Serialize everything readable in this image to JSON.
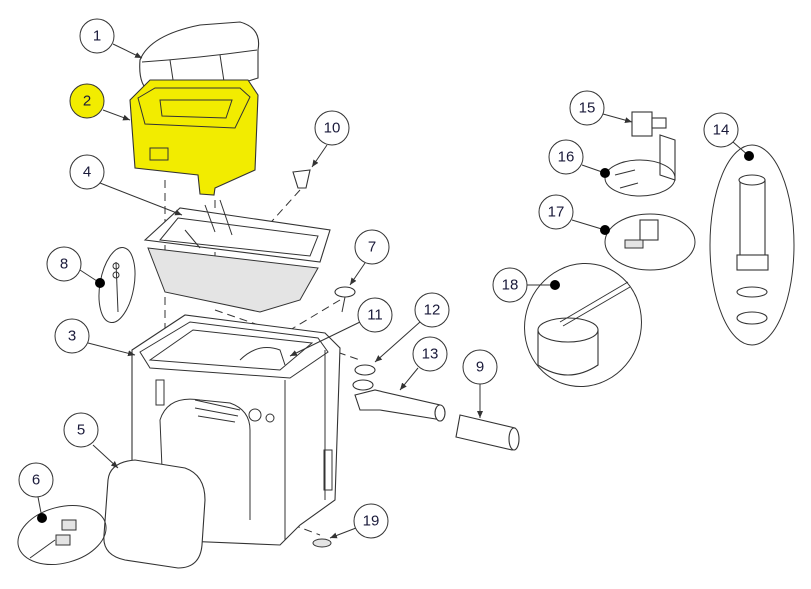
{
  "diagram": {
    "highlight_color": "#f2ec00",
    "balloons": {
      "b1": "1",
      "b2": "2",
      "b3": "3",
      "b4": "4",
      "b5": "5",
      "b6": "6",
      "b7": "7",
      "b8": "8",
      "b9": "9",
      "b10": "10",
      "b11": "11",
      "b12": "12",
      "b13": "13",
      "b14": "14",
      "b15": "15",
      "b16": "16",
      "b17": "17",
      "b18": "18",
      "b19": "19"
    },
    "highlighted_part": "2"
  }
}
